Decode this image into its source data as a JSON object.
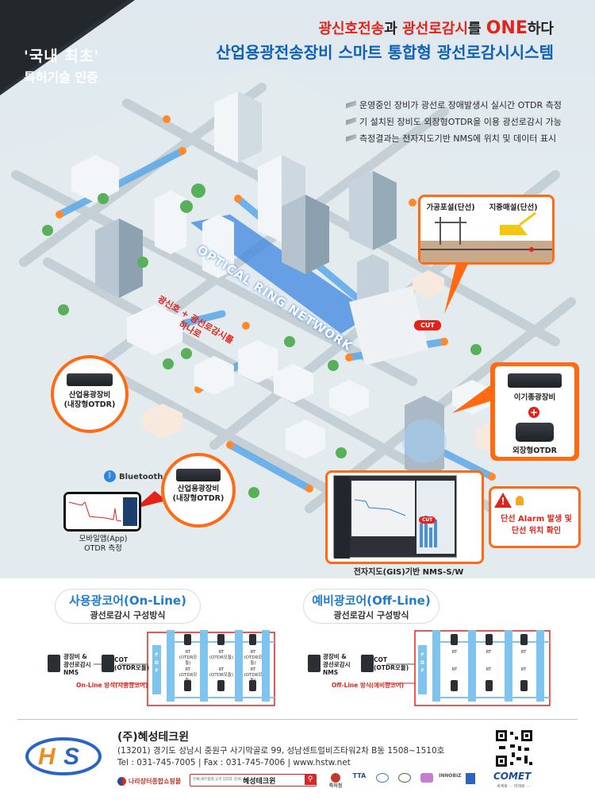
{
  "badge": {
    "line1": "'국내 최초'",
    "line2": "특허기술 인증"
  },
  "headline": {
    "part1": "광신호전송",
    "part2": "과 ",
    "part3": "광선로감시",
    "part4": "를 ",
    "part5": "ONE",
    "part6": "하다",
    "line2": "산업용광전송장비 스마트 통합형 광선로감시시스템"
  },
  "bullets": [
    "운영중인 장비가 광선로 장애발생시 실시간 OTDR 측정",
    "기 설치된 장비도 외장형OTDR을 이용 광선로감시 가능",
    "측정결과는 전자지도기반 NMS에 위치 및 데이터 표시"
  ],
  "map": {
    "ring_label": "OPTICAL RING NETWORK",
    "red_note_line1": "광신호 + 광선로감시를",
    "red_note_line2": "하나로",
    "cut_tag": "CUT",
    "aerial_label": "가공포설(단선)",
    "underground_label": "지중매설(단선)",
    "device1_line1": "산업용광장비",
    "device1_line2": "(내장형OTDR)",
    "device2_line1": "산업용광장비",
    "device2_line2": "(내장형OTDR)",
    "legacy_device": "이기종광장비",
    "plus": "+",
    "external_otdr": "외장형OTDR",
    "bluetooth": "Bluetooth",
    "mobile_line1": "모바일앱(App)",
    "mobile_line2": "OTDR 측정",
    "nms_caption": "전자지도(GIS)기반 NMS-S/W",
    "nms_cut": "CUT",
    "alarm_line1": "단선 Alarm 발생 및",
    "alarm_line2": "단선 위치 확인"
  },
  "online": {
    "title": "사용광코어(On-Line)",
    "subtitle": "광선로감시 구성방식",
    "nms_line1": "광장비 &",
    "nms_line2": "광선로감시",
    "nms_line3": "NMS",
    "cot_line1": "COT",
    "cot_line2": "(OTDR모듈)",
    "method": "On-Line 방식(사용광코어)",
    "fdf": "F D F",
    "rt": "RT",
    "rt_module": "(OTDR모듈)"
  },
  "offline": {
    "title": "예비광코어(Off-Line)",
    "subtitle": "광선로감시 구성방식",
    "nms_line1": "광장비 &",
    "nms_line2": "광선로감시",
    "nms_line3": "NMS",
    "cot_line1": "COT",
    "cot_line2": "(OTDR모듈)",
    "method": "Off-Line 방식(예비광코어)",
    "fdf": "F D F",
    "rt": "RT"
  },
  "footer": {
    "company": "(주)혜성테크윈",
    "address": "(13201) 경기도 성남시 중원구 사기막골로 99, 성남센트럴비즈타워2차 B동 1508~1510호",
    "contact": "Tel : 031-745-7005 | Fax : 031-745-7006 | www.hstw.net",
    "market": "나라장터종합쇼핑몰",
    "search_placeholder": "전체(세부품명,규격 입력후 검색)",
    "search_value": "혜성테크윈",
    "certs": [
      "특허청",
      "TTA",
      "",
      "",
      "",
      "INNOBIZ",
      ""
    ],
    "brand": "COMET",
    "brand_sub": "세계로 ··· 미래로 ···"
  },
  "colors": {
    "accent_orange": "#ff6a13",
    "accent_red": "#e2231a",
    "brand_blue": "#1060b8",
    "sky": "#7ec4ef"
  }
}
